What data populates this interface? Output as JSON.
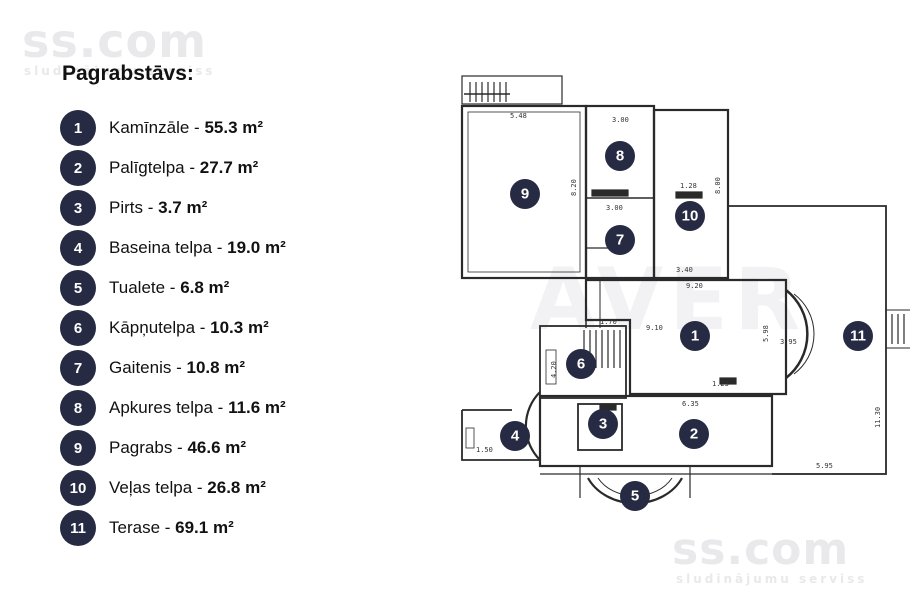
{
  "watermark": {
    "brand": "ss.com",
    "tagline": "sludinājumu serviss",
    "center": "AVER"
  },
  "title": "Pagrabstāvs:",
  "rooms": [
    {
      "num": "1",
      "name": "Kamīnzāle - ",
      "area": "55.3 m²"
    },
    {
      "num": "2",
      "name": "Palīgtelpa - ",
      "area": "27.7 m²"
    },
    {
      "num": "3",
      "name": "Pirts - ",
      "area": "3.7 m²"
    },
    {
      "num": "4",
      "name": "Baseina telpa - ",
      "area": "19.0 m²"
    },
    {
      "num": "5",
      "name": "Tualete - ",
      "area": "6.8 m²"
    },
    {
      "num": "6",
      "name": "Kāpņutelpa - ",
      "area": "10.3 m²"
    },
    {
      "num": "7",
      "name": "Gaitenis - ",
      "area": "10.8 m²"
    },
    {
      "num": "8",
      "name": "Apkures telpa - ",
      "area": "11.6 m²"
    },
    {
      "num": "9",
      "name": "Pagrabs - ",
      "area": "46.6 m²"
    },
    {
      "num": "10",
      "name": "Veļas telpa - ",
      "area": "26.8 m²"
    },
    {
      "num": "11",
      "name": "Terase - ",
      "area": "69.1 m²"
    }
  ],
  "plan": {
    "dimensions": [
      "5.48",
      "3.00",
      "8.20",
      "3.40",
      "9.20",
      "9.10",
      "5.98",
      "1.70",
      "6.35",
      "1.23",
      "5.95",
      "8.00",
      "11.30",
      "1.50",
      "3.95",
      "4.20",
      "1.28",
      "3.00"
    ]
  }
}
